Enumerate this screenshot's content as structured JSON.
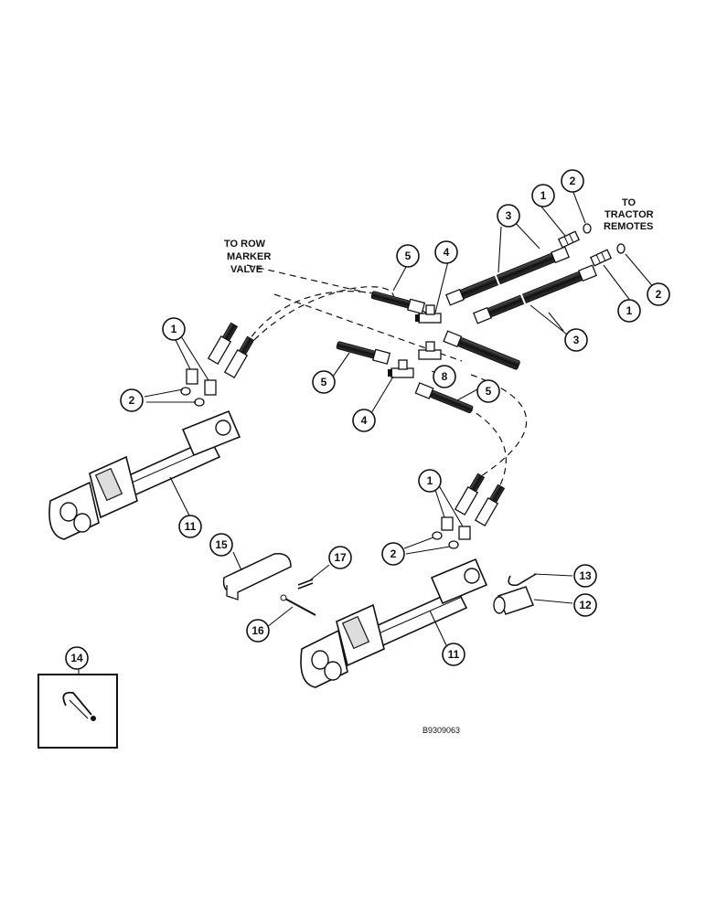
{
  "diagram": {
    "labels": {
      "to_row_marker_valve": [
        "TO ROW",
        "MARKER",
        "VALVE"
      ],
      "to_tractor_remotes": [
        "TO",
        "TRACTOR",
        "REMOTES"
      ]
    },
    "drawing_number": "B9309063",
    "callouts": {
      "c1_top": "1",
      "c2_top": "2",
      "c3_top": "3",
      "c4_top": "4",
      "c5_top": "5",
      "c1_right": "1",
      "c2_right": "2",
      "c3_right": "3",
      "c1_left": "1",
      "c2_left": "2",
      "c5_mid": "5",
      "c8": "8",
      "c4_mid": "4",
      "c5_right": "5",
      "c11_left": "11",
      "c1_bottom": "1",
      "c2_bottom": "2",
      "c15": "15",
      "c17": "17",
      "c16": "16",
      "c13": "13",
      "c12": "12",
      "c11_bottom": "11",
      "c14": "14"
    }
  }
}
